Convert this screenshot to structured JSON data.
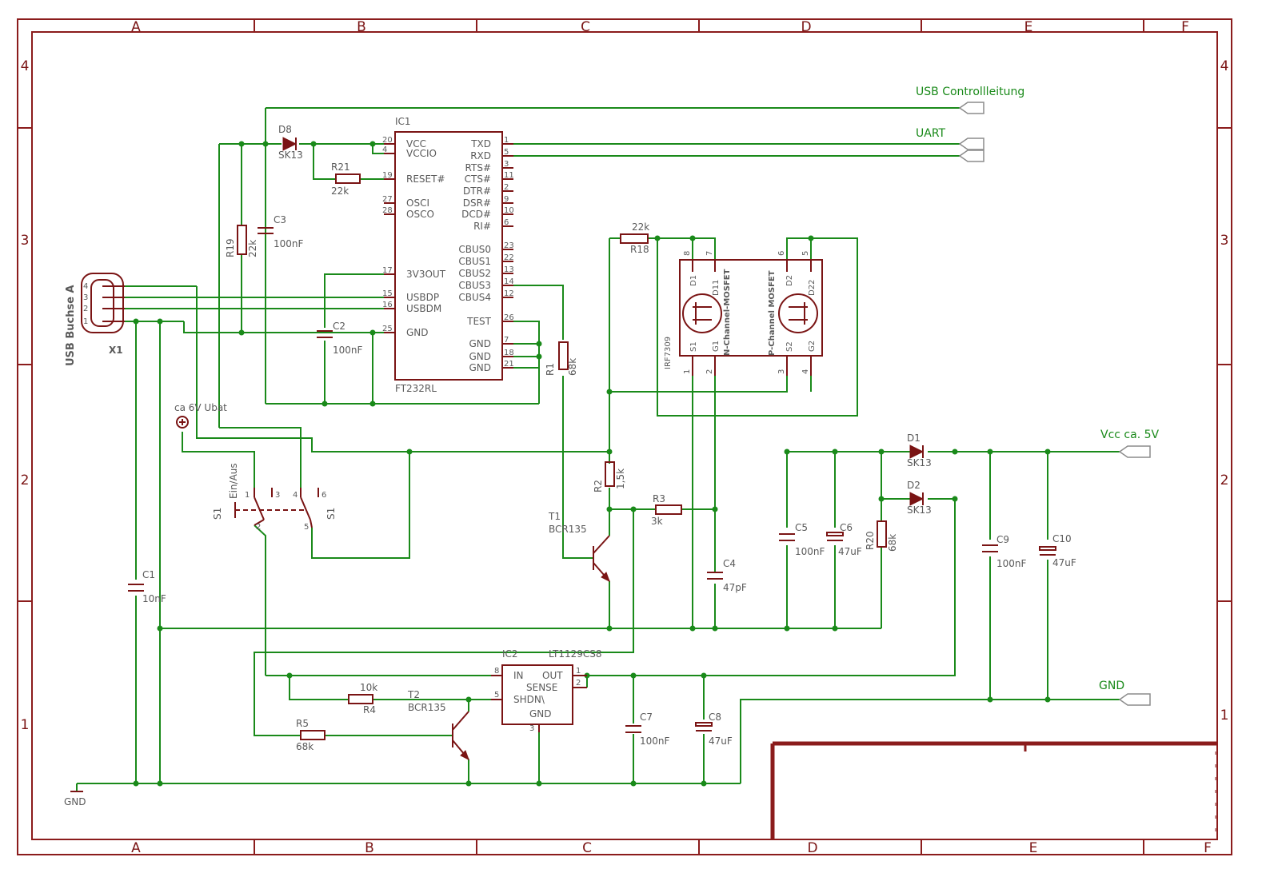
{
  "grid": {
    "columns": [
      "A",
      "B",
      "C",
      "D",
      "E",
      "F"
    ],
    "rows": [
      "4",
      "3",
      "2",
      "1"
    ]
  },
  "nets": {
    "usb_control": "USB Controllleitung",
    "uart": "UART",
    "vcc": "Vcc ca. 5V",
    "gnd": "GND",
    "gnd_symbol": "GND",
    "ubat": "ca 6V Ubat"
  },
  "ic1": {
    "name": "IC1",
    "part": "FT232RL",
    "left_pins": [
      {
        "num": "20",
        "name": "VCC"
      },
      {
        "num": "4",
        "name": "VCCIO"
      },
      {
        "num": "19",
        "name": "RESET#"
      },
      {
        "num": "27",
        "name": "OSCI"
      },
      {
        "num": "28",
        "name": "OSCO"
      },
      {
        "num": "17",
        "name": "3V3OUT"
      },
      {
        "num": "15",
        "name": "USBDP"
      },
      {
        "num": "16",
        "name": "USBDM"
      },
      {
        "num": "25",
        "name": "GND"
      }
    ],
    "right_pins": [
      {
        "num": "1",
        "name": "TXD"
      },
      {
        "num": "5",
        "name": "RXD"
      },
      {
        "num": "3",
        "name": "RTS#"
      },
      {
        "num": "11",
        "name": "CTS#"
      },
      {
        "num": "2",
        "name": "DTR#"
      },
      {
        "num": "9",
        "name": "DSR#"
      },
      {
        "num": "10",
        "name": "DCD#"
      },
      {
        "num": "6",
        "name": "RI#"
      },
      {
        "num": "23",
        "name": "CBUS0"
      },
      {
        "num": "22",
        "name": "CBUS1"
      },
      {
        "num": "13",
        "name": "CBUS2"
      },
      {
        "num": "14",
        "name": "CBUS3"
      },
      {
        "num": "12",
        "name": "CBUS4"
      },
      {
        "num": "26",
        "name": "TEST"
      },
      {
        "num": "7",
        "name": "GND"
      },
      {
        "num": "18",
        "name": "GND"
      },
      {
        "num": "21",
        "name": "GND"
      }
    ]
  },
  "ic2": {
    "name": "IC2",
    "part": "LT1129CS8",
    "pins": [
      {
        "num": "8",
        "name": "IN"
      },
      {
        "num": "5",
        "name": "SHDN\\"
      },
      {
        "num": "1",
        "name": "OUT"
      },
      {
        "num": "2",
        "name": "SENSE"
      },
      {
        "num": "3",
        "name": "GND"
      }
    ]
  },
  "usb": {
    "name": "X1",
    "label": "USB Buchse A",
    "pins": [
      "4",
      "3",
      "2",
      "1"
    ]
  },
  "mosfet": {
    "part": "IRF7309",
    "n_label": "N-Channel-MOSFET",
    "p_label": "P-Channel MOSFET",
    "n_d1": "D1",
    "n_d2": "D11",
    "n_s": "S1",
    "n_g": "G1",
    "p_d1": "D2",
    "p_d2": "D22",
    "p_s": "S2",
    "p_g": "G2",
    "pins_top": [
      "8",
      "7",
      "6",
      "5"
    ],
    "pins_bottom": [
      "1",
      "2",
      "3",
      "4"
    ]
  },
  "components": {
    "d8": {
      "name": "D8",
      "value": "SK13"
    },
    "d1": {
      "name": "D1",
      "value": "SK13"
    },
    "d2": {
      "name": "D2",
      "value": "SK13"
    },
    "r21": {
      "name": "R21",
      "value": "22k"
    },
    "r19": {
      "name": "R19",
      "value": "22k"
    },
    "r18": {
      "name": "R18",
      "value": "22k"
    },
    "r1": {
      "name": "R1",
      "value": "68k"
    },
    "r2": {
      "name": "R2",
      "value": "1,5k"
    },
    "r3": {
      "name": "R3",
      "value": "3k"
    },
    "r4": {
      "name": "R4",
      "value": "10k"
    },
    "r5": {
      "name": "R5",
      "value": "68k"
    },
    "r20": {
      "name": "R20",
      "value": "68k"
    },
    "c1": {
      "name": "C1",
      "value": "10nF"
    },
    "c2": {
      "name": "C2",
      "value": "100nF"
    },
    "c3": {
      "name": "C3",
      "value": "100nF"
    },
    "c4": {
      "name": "C4",
      "value": "47pF"
    },
    "c5": {
      "name": "C5",
      "value": "100nF"
    },
    "c6": {
      "name": "C6",
      "value": "47uF"
    },
    "c7": {
      "name": "C7",
      "value": "100nF"
    },
    "c8": {
      "name": "C8",
      "value": "47uF"
    },
    "c9": {
      "name": "C9",
      "value": "100nF"
    },
    "c10": {
      "name": "C10",
      "value": "47uF"
    },
    "t1": {
      "name": "T1",
      "value": "BCR135"
    },
    "t2": {
      "name": "T2",
      "value": "BCR135"
    },
    "s1": {
      "name": "S1",
      "value": "Ein/Aus",
      "pins": [
        "1",
        "2",
        "3",
        "4",
        "5",
        "6"
      ]
    }
  },
  "colors": {
    "frame": "#8b1c1c",
    "symbol": "#7a1414",
    "wire": "#1a8a1a",
    "label": "#5a5a5a",
    "port": "#8c8c8c"
  }
}
